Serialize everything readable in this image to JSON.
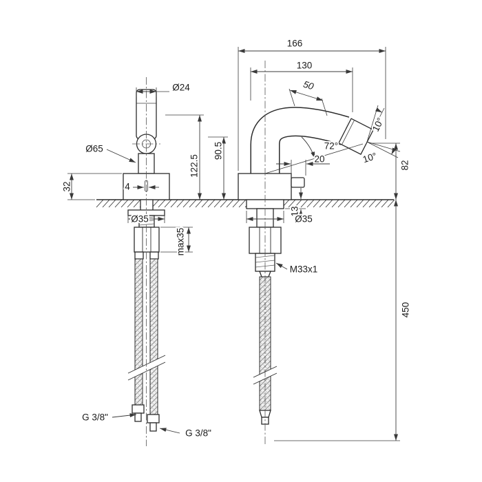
{
  "drawing": {
    "type": "technical-dimension-drawing",
    "subject": "bidet single-lever mixer tap, front and side views with flexible supply hoses",
    "dims": {
      "d24": "Ø24",
      "d65": "Ø65",
      "h32": "32",
      "slot4": "4",
      "h1225": "122.5",
      "h905": "90.5",
      "w166": "166",
      "w130": "130",
      "len50": "50",
      "ang72": "72°",
      "ang10top": "10°",
      "ang10bot": "10°",
      "w20": "20",
      "h82": "82",
      "h13": "13",
      "d35L": "Ø35",
      "d35R": "Ø35",
      "max35": "max35",
      "thread": "M33x1",
      "h450": "450",
      "g38L": "G 3/8\"",
      "g38R": "G 3/8\""
    },
    "line_color": "#2b2b2b",
    "background": "#ffffff"
  }
}
